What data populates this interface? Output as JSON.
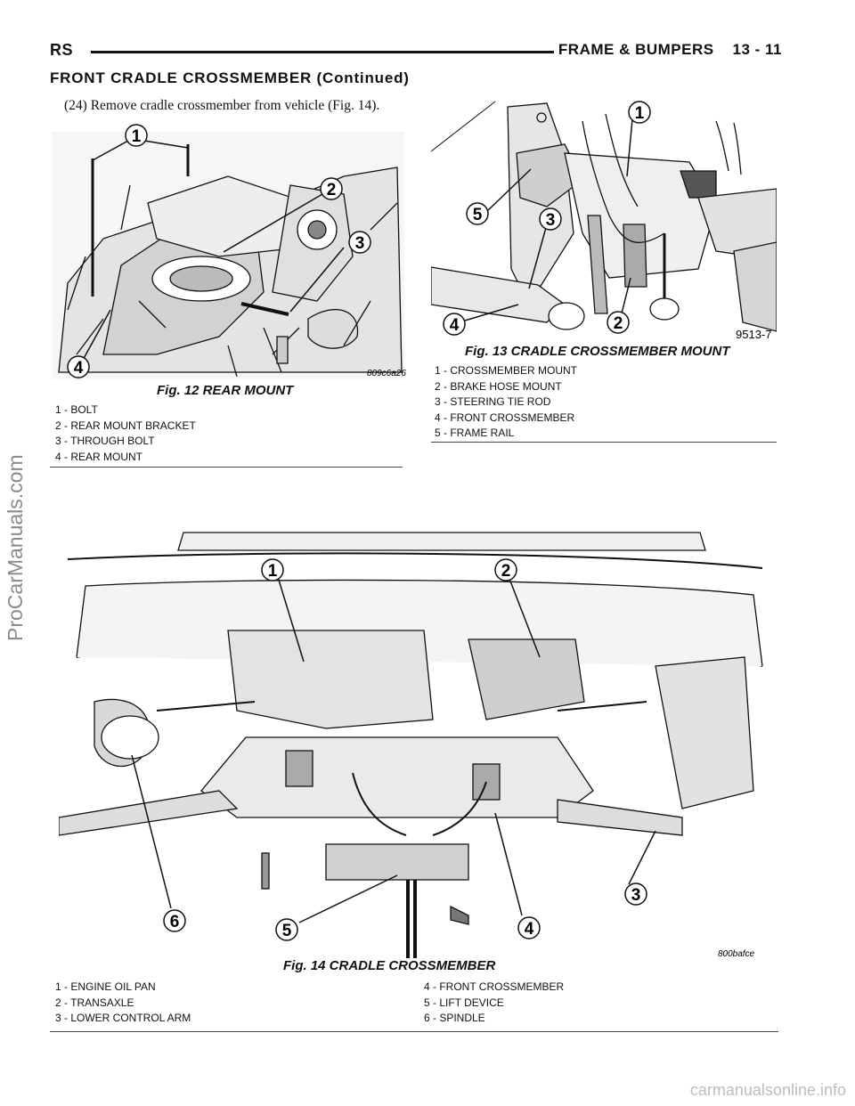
{
  "header": {
    "section_code": "RS",
    "chapter": "FRAME & BUMPERS",
    "page_number": "13 - 11"
  },
  "section_title": "FRONT CRADLE CROSSMEMBER (Continued)",
  "step_text": "(24) Remove cradle crossmember from vehicle (Fig. 14).",
  "fig12": {
    "title": "Fig. 12 REAR MOUNT",
    "code": "809c6a26",
    "callouts": [
      "1",
      "2",
      "3",
      "4"
    ],
    "legend": [
      "1 - BOLT",
      "2 - REAR MOUNT BRACKET",
      "3 - THROUGH BOLT",
      "4 - REAR MOUNT"
    ]
  },
  "fig13": {
    "title": "Fig. 13 CRADLE CROSSMEMBER MOUNT",
    "code": "9513-7",
    "callouts": [
      "1",
      "2",
      "3",
      "4",
      "5"
    ],
    "legend": [
      "1 - CROSSMEMBER MOUNT",
      "2 - BRAKE HOSE MOUNT",
      "3 - STEERING TIE ROD",
      "4 - FRONT CROSSMEMBER",
      "5 - FRAME RAIL"
    ]
  },
  "fig14": {
    "title": "Fig. 14 CRADLE CROSSMEMBER",
    "code": "800bafce",
    "callouts": [
      "1",
      "2",
      "3",
      "4",
      "5",
      "6"
    ],
    "legend_left": [
      "1 - ENGINE OIL PAN",
      "2 - TRANSAXLE",
      "3 - LOWER CONTROL ARM"
    ],
    "legend_right": [
      "4 - FRONT CROSSMEMBER",
      "5 - LIFT DEVICE",
      "6 - SPINDLE"
    ]
  },
  "watermarks": {
    "side": "ProCarManuals.com",
    "bottom": "carmanualsonline.info"
  }
}
